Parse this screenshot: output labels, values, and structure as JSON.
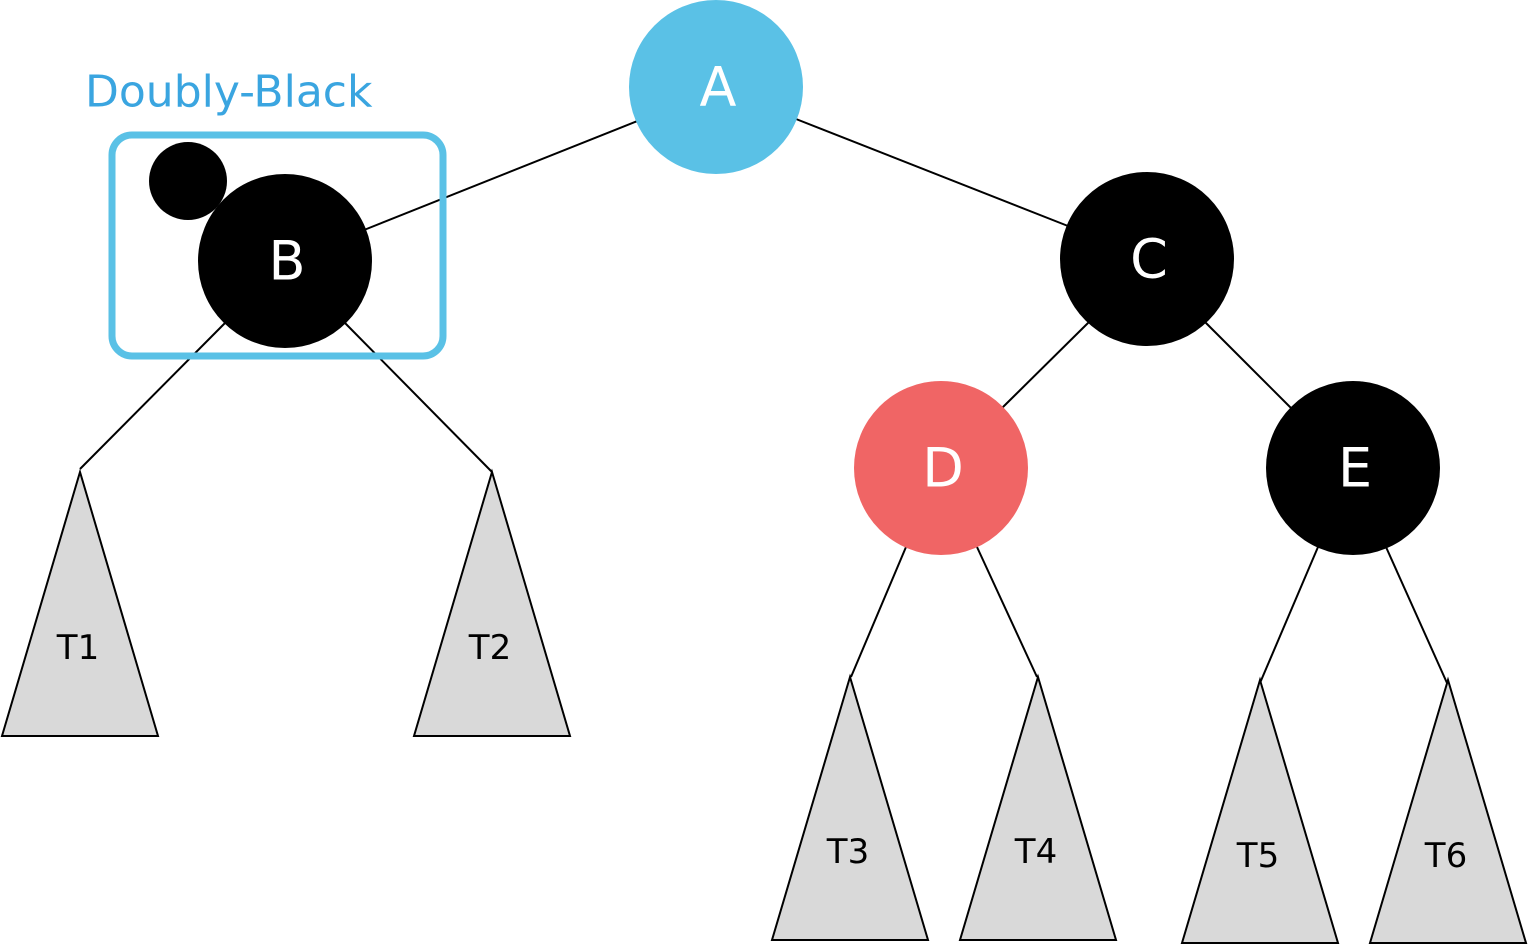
{
  "colors": {
    "blue": "#5ac1e6",
    "annotation_blue": "#3aa5e0",
    "red": "#f06565",
    "black": "#000000",
    "subtree_fill": "#d9d9d9"
  },
  "annotation": {
    "label": "Doubly-Black"
  },
  "nodes": {
    "A": {
      "label": "A",
      "color": "blue"
    },
    "B": {
      "label": "B",
      "color": "black"
    },
    "C": {
      "label": "C",
      "color": "black"
    },
    "D": {
      "label": "D",
      "color": "red"
    },
    "E": {
      "label": "E",
      "color": "black"
    }
  },
  "subtrees": {
    "T1": {
      "label": "T1",
      "parent": "B"
    },
    "T2": {
      "label": "T2",
      "parent": "B"
    },
    "T3": {
      "label": "T3",
      "parent": "D"
    },
    "T4": {
      "label": "T4",
      "parent": "D"
    },
    "T5": {
      "label": "T5",
      "parent": "E"
    },
    "T6": {
      "label": "T6",
      "parent": "E"
    }
  },
  "edges": [
    [
      "A",
      "B"
    ],
    [
      "A",
      "C"
    ],
    [
      "C",
      "D"
    ],
    [
      "C",
      "E"
    ],
    [
      "B",
      "T1"
    ],
    [
      "B",
      "T2"
    ],
    [
      "D",
      "T3"
    ],
    [
      "D",
      "T4"
    ],
    [
      "E",
      "T5"
    ],
    [
      "E",
      "T6"
    ]
  ]
}
